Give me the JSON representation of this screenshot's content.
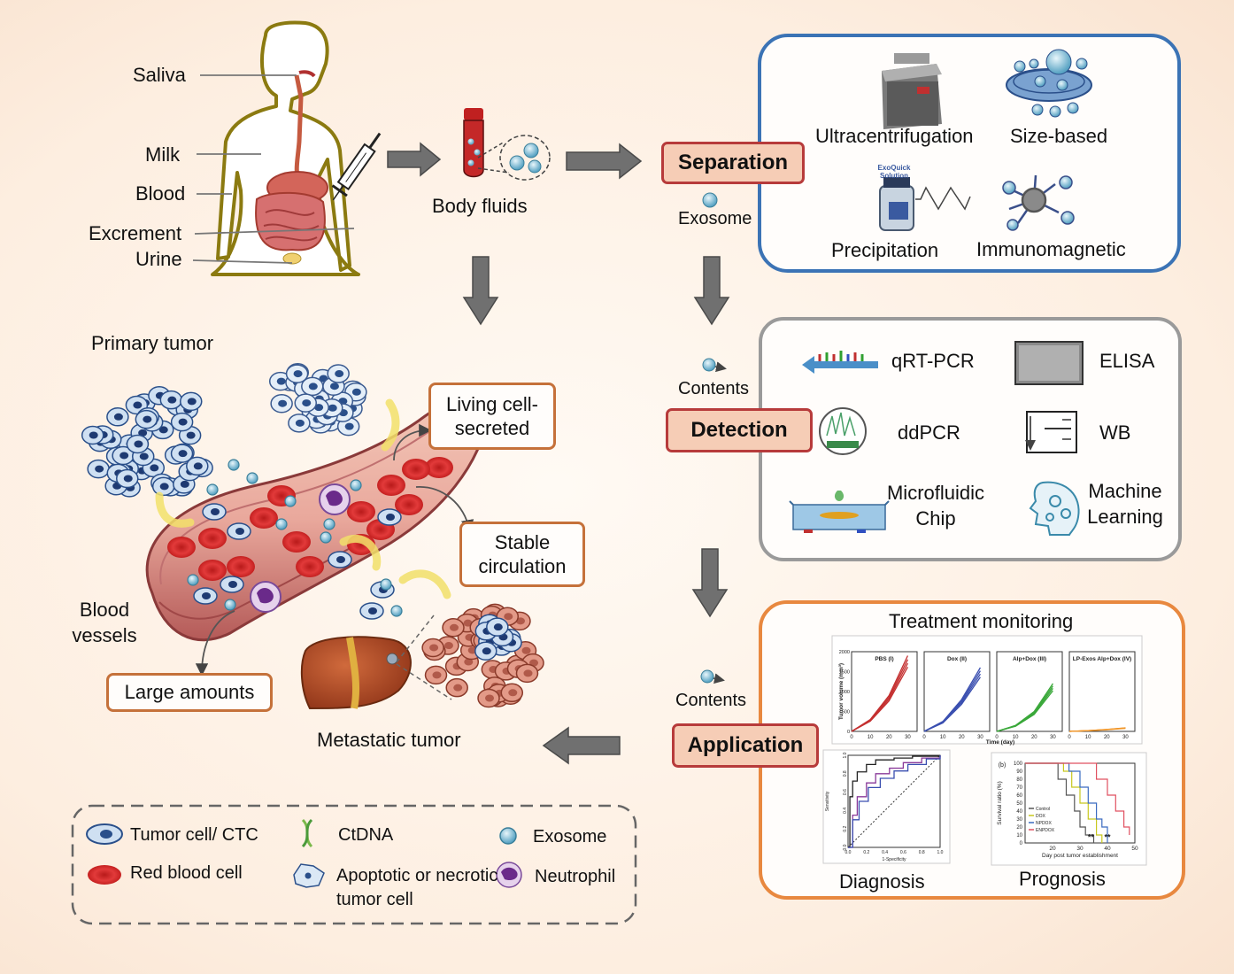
{
  "body_sources": {
    "saliva": "Saliva",
    "milk": "Milk",
    "blood": "Blood",
    "excrement": "Excrement",
    "urine": "Urine"
  },
  "body_fluids_label": "Body fluids",
  "exosome_label": "Exosome",
  "separation": {
    "stage_label": "Separation",
    "methods": [
      "Ultracentrifugation",
      "Size-based",
      "Precipitation",
      "Immunomagnetic"
    ],
    "kit_logo": "ExoQuick Solution"
  },
  "detection": {
    "contents_label": "Contents",
    "stage_label": "Detection",
    "methods": [
      "qRT-PCR",
      "ELISA",
      "ddPCR",
      "WB",
      "Microfluidic Chip",
      "Machine Learning"
    ]
  },
  "application": {
    "contents_label": "Contents",
    "stage_label": "Application",
    "treatment_title": "Treatment monitoring",
    "diagnosis_label": "Diagnosis",
    "prognosis_label": "Prognosis"
  },
  "tumor": {
    "primary_label": "Primary tumor",
    "metastatic_label": "Metastatic tumor",
    "blood_vessels_label": "Blood vessels",
    "callouts": [
      "Living cell-secreted",
      "Stable circulation",
      "Large amounts"
    ]
  },
  "legend": [
    {
      "name": "tumor-cell",
      "label": "Tumor cell/ CTC"
    },
    {
      "name": "ctdna",
      "label": "CtDNA"
    },
    {
      "name": "exosome",
      "label": "Exosome"
    },
    {
      "name": "red-blood-cell",
      "label": "Red blood cell"
    },
    {
      "name": "apoptotic-cell",
      "label": "Apoptotic or necrotic tumor cell"
    },
    {
      "name": "neutrophil",
      "label": "Neutrophil"
    }
  ],
  "colors": {
    "separation_border": "#3b73b5",
    "detection_border": "#9a9a9a",
    "application_border": "#e8883f",
    "stage_fill": "#f6cdb6",
    "stage_border": "#b73b3b",
    "callout_border": "#c5713a"
  },
  "chart_data": [
    {
      "type": "line",
      "title": "Treatment monitoring",
      "ylabel": "Tumor volume (mm³)",
      "xlabel": "Time (day)",
      "ylim": [
        0,
        2000
      ],
      "yticks": [
        0,
        500,
        1000,
        1500,
        2000
      ],
      "xticks": [
        0,
        10,
        20,
        30
      ],
      "panels": [
        {
          "name": "PBS (I)",
          "color": "#c43030",
          "x": [
            0,
            10,
            20,
            30
          ],
          "y": [
            0,
            300,
            900,
            1900
          ]
        },
        {
          "name": "Dox (II)",
          "color": "#3a4fb0",
          "x": [
            0,
            10,
            20,
            30
          ],
          "y": [
            0,
            250,
            800,
            1600
          ]
        },
        {
          "name": "Alp+Dox (III)",
          "color": "#3aa83a",
          "x": [
            0,
            10,
            20,
            30
          ],
          "y": [
            0,
            150,
            500,
            1200
          ]
        },
        {
          "name": "LP-Exos Alp+Dox (IV)",
          "color": "#f0962a",
          "x": [
            0,
            10,
            20,
            30
          ],
          "y": [
            0,
            20,
            50,
            90
          ]
        }
      ]
    },
    {
      "type": "line",
      "title": "Diagnosis",
      "xlabel": "1-Specificity",
      "ylabel": "Sensitivity",
      "xlim": [
        0,
        1
      ],
      "ylim": [
        0,
        1
      ],
      "xticks": [
        0.0,
        0.2,
        0.4,
        0.6,
        0.8,
        1.0
      ],
      "yticks": [
        0.0,
        0.2,
        0.4,
        0.6,
        0.8,
        1.0
      ],
      "series": [
        {
          "color": "#222222",
          "x": [
            0,
            0.02,
            0.05,
            0.1,
            0.2,
            0.3,
            0.5,
            0.7,
            1.0
          ],
          "y": [
            0,
            0.55,
            0.72,
            0.82,
            0.9,
            0.95,
            0.97,
            0.99,
            1.0
          ]
        },
        {
          "color": "#8a3a9a",
          "x": [
            0,
            0.05,
            0.1,
            0.2,
            0.3,
            0.45,
            0.6,
            0.8,
            1.0
          ],
          "y": [
            0,
            0.35,
            0.55,
            0.7,
            0.8,
            0.86,
            0.92,
            0.97,
            1.0
          ]
        },
        {
          "color": "#3a4fb0",
          "x": [
            0,
            0.05,
            0.12,
            0.22,
            0.35,
            0.5,
            0.65,
            0.85,
            1.0
          ],
          "y": [
            0,
            0.3,
            0.5,
            0.65,
            0.75,
            0.83,
            0.9,
            0.96,
            1.0
          ]
        }
      ]
    },
    {
      "type": "line",
      "title": "Prognosis",
      "panel_label": "(b)",
      "xlabel": "Day post tumor establishment",
      "ylabel": "Survival ratio (%)",
      "xlim": [
        10,
        50
      ],
      "ylim": [
        0,
        100
      ],
      "xticks": [
        20,
        30,
        40,
        50
      ],
      "yticks": [
        0,
        10,
        20,
        30,
        40,
        50,
        60,
        70,
        80,
        90,
        100
      ],
      "series": [
        {
          "name": "Control",
          "color": "#555555",
          "x": [
            10,
            22,
            25,
            28,
            30,
            32,
            35
          ],
          "y": [
            100,
            80,
            60,
            40,
            20,
            10,
            0
          ]
        },
        {
          "name": "DOX",
          "color": "#c8c81e",
          "x": [
            10,
            24,
            27,
            30,
            33,
            36,
            38
          ],
          "y": [
            100,
            90,
            70,
            50,
            30,
            10,
            0
          ]
        },
        {
          "name": "NPDOX",
          "color": "#3a6ac0",
          "x": [
            10,
            26,
            30,
            33,
            36,
            38,
            40
          ],
          "y": [
            100,
            90,
            70,
            50,
            30,
            20,
            0
          ]
        },
        {
          "name": "ENPDOX",
          "color": "#e05060",
          "x": [
            10,
            30,
            36,
            40,
            43,
            46,
            48
          ],
          "y": [
            100,
            100,
            80,
            60,
            40,
            20,
            10
          ]
        }
      ],
      "annotations": [
        "**",
        "**"
      ]
    }
  ]
}
